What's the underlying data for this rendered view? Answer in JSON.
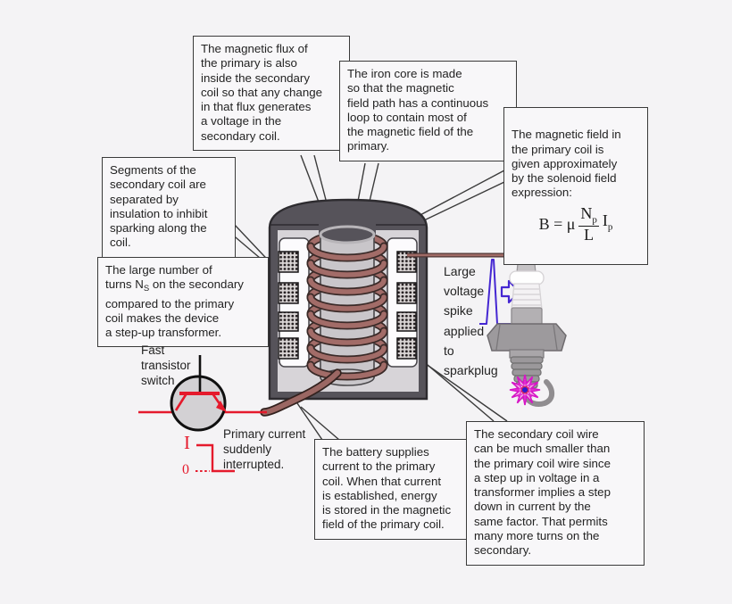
{
  "colors": {
    "background": "#f4f3f5",
    "circuit_red": "#e51a2c",
    "spike_blue": "#4527d2",
    "coil_brown": "#a26c68",
    "core_dark_gray": "#56535a",
    "spark_magenta": "#e332d2"
  },
  "callouts": {
    "magnetic_flux": "The magnetic flux of\nthe primary is also\ninside the secondary\ncoil so that any change\nin that flux generates\na voltage in the\nsecondary coil.",
    "iron_core": "The iron core is made\nso that the magnetic\nfield path has a continuous\nloop to contain most of\nthe magnetic field of the\nprimary.",
    "solenoid_intro": "The magnetic field in\nthe primary coil is\ngiven approximately\nby the solenoid field\nexpression:",
    "segments": "Segments of the\nsecondary coil are\nseparated by\ninsulation to inhibit\nsparking along the\ncoil.",
    "turns": {
      "part1": "The large number of\nturns N",
      "sub": "S",
      "part2": " on the secondary\ncompared to the primary\ncoil makes the device\na step-up transformer."
    },
    "battery": "The battery supplies\ncurrent to the primary\ncoil. When that current\nis established, energy\nis stored in the magnetic\nfield of the primary coil.",
    "secondary_wire": "The secondary coil wire\ncan be much smaller than\nthe primary coil wire since\na step up in voltage in a\ntransformer implies a step\ndown in current by the\nsame factor. That permits\nmany more turns on the\nsecondary."
  },
  "formula": {
    "lhs": "B = μ",
    "num_base": "N",
    "num_sub": "p",
    "den": "L",
    "cur_base": "I",
    "cur_sub": "p"
  },
  "labels": {
    "fast_switch": "Fast\ntransistor\nswitch",
    "primary_interrupted": "Primary current\nsuddenly\ninterrupted.",
    "voltage_spike": "Large\nvoltage\nspike\napplied\nto\nsparkplug"
  },
  "graph": {
    "high_label": "I",
    "low_label": "0"
  }
}
